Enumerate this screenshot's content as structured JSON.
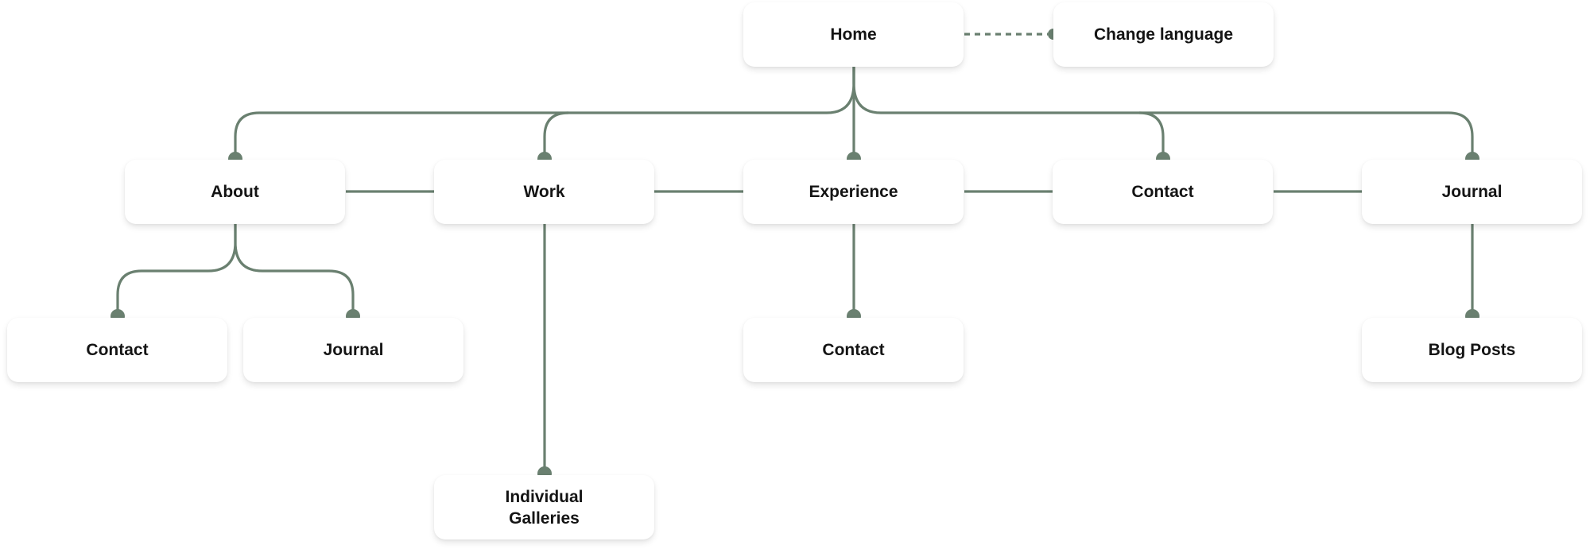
{
  "diagram": {
    "title": "Sitemap",
    "line_color": "#6a8070",
    "nodes": {
      "home": {
        "label": "Home"
      },
      "change_language": {
        "label": "Change language"
      },
      "about": {
        "label": "About"
      },
      "work": {
        "label": "Work"
      },
      "experience": {
        "label": "Experience"
      },
      "contact": {
        "label": "Contact"
      },
      "journal": {
        "label": "Journal"
      },
      "about_contact": {
        "label": "Contact"
      },
      "about_journal": {
        "label": "Journal"
      },
      "experience_contact": {
        "label": "Contact"
      },
      "journal_blog_posts": {
        "label": "Blog Posts"
      },
      "work_individual_galleries": {
        "label": "Individual Galleries"
      }
    },
    "edges": [
      {
        "from": "home",
        "to": "change_language",
        "style": "dashed"
      },
      {
        "from": "home",
        "to": "about",
        "style": "solid"
      },
      {
        "from": "home",
        "to": "work",
        "style": "solid"
      },
      {
        "from": "home",
        "to": "experience",
        "style": "solid"
      },
      {
        "from": "home",
        "to": "contact",
        "style": "solid"
      },
      {
        "from": "home",
        "to": "journal",
        "style": "solid"
      },
      {
        "from": "about",
        "to": "work",
        "style": "sibling"
      },
      {
        "from": "work",
        "to": "experience",
        "style": "sibling"
      },
      {
        "from": "experience",
        "to": "contact",
        "style": "sibling"
      },
      {
        "from": "contact",
        "to": "journal",
        "style": "sibling"
      },
      {
        "from": "about",
        "to": "about_contact",
        "style": "solid"
      },
      {
        "from": "about",
        "to": "about_journal",
        "style": "solid"
      },
      {
        "from": "work",
        "to": "work_individual_galleries",
        "style": "solid"
      },
      {
        "from": "experience",
        "to": "experience_contact",
        "style": "solid"
      },
      {
        "from": "journal",
        "to": "journal_blog_posts",
        "style": "solid"
      }
    ]
  }
}
